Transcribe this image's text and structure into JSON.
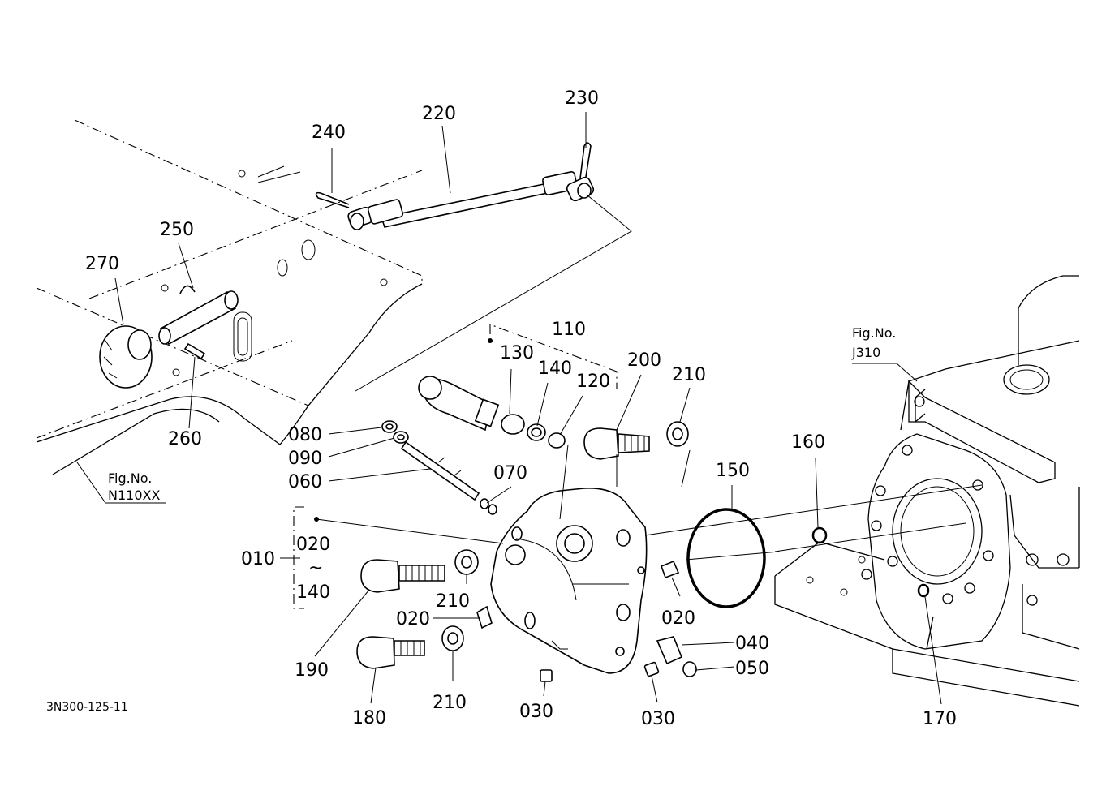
{
  "diagram_id": "3N300-125-11",
  "figure_refs": {
    "n110": {
      "line1": "Fig.No.",
      "line2": "N110XX"
    },
    "j310": {
      "line1": "Fig.No.",
      "line2": "J310"
    }
  },
  "callouts": {
    "p010": "010",
    "p010_range_from": "020",
    "p010_range_sep": "~",
    "p010_range_to": "140",
    "p020_a": "020",
    "p020_b": "020",
    "p030_a": "030",
    "p030_b": "030",
    "p040": "040",
    "p050": "050",
    "p060": "060",
    "p070": "070",
    "p080": "080",
    "p090": "090",
    "p110": "110",
    "p120": "120",
    "p130": "130",
    "p140": "140",
    "p150": "150",
    "p160": "160",
    "p170": "170",
    "p180": "180",
    "p190": "190",
    "p200": "200",
    "p210_a": "210",
    "p210_b": "210",
    "p210_c": "210",
    "p220": "220",
    "p230": "230",
    "p240": "240",
    "p250": "250",
    "p260": "260",
    "p270": "270"
  }
}
